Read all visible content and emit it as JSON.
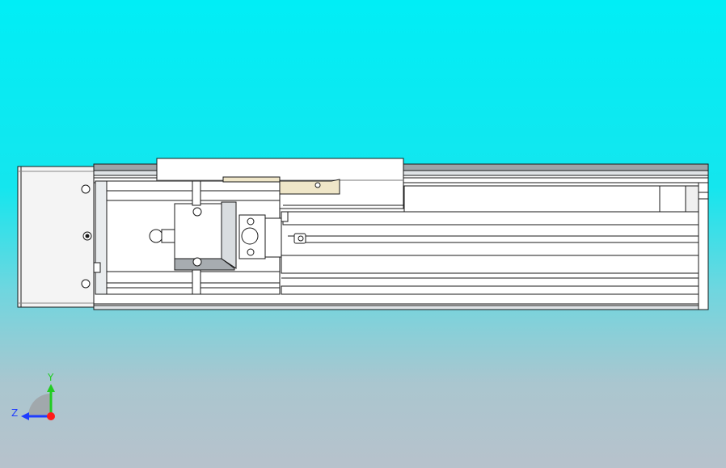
{
  "viewport": {
    "model": "linear-actuator-top-view",
    "background_top": "#00eef6",
    "background_bottom": "#b7c2cc",
    "line_color": "#1a1a1a",
    "part_fill": "#ffffff",
    "shade_fill": "#9ea4a8",
    "bracket_fill": "#efe6c8"
  },
  "triad": {
    "y_label": "Y",
    "z_label": "Z",
    "y_color": "#22cc22",
    "z_color": "#1f3cff",
    "x_color": "#ff1a1a"
  }
}
